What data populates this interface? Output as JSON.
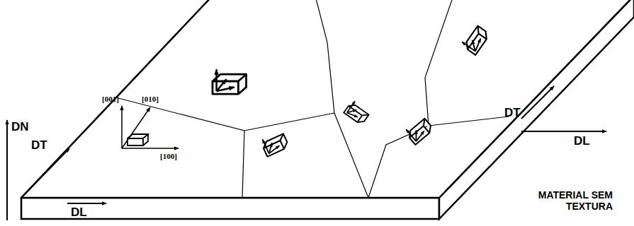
{
  "diagram": {
    "labels": [
      "DN",
      "DT",
      "DL",
      "[001]",
      "[010]",
      "[100]",
      "DT",
      "DL",
      "MATERIAL SEM TEXTURA"
    ]
  }
}
